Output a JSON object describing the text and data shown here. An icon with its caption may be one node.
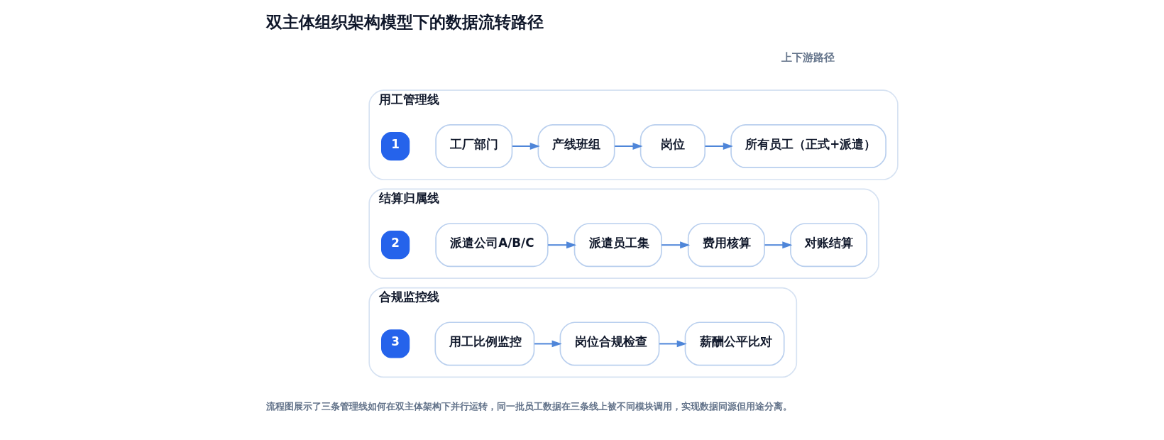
{
  "diagram": {
    "title": "双主体组织架构模型下的数据流转路径",
    "caption": "流程图展示了三条管理线如何在双主体架构下并行运转，同一批员工数据在三条线上被不同模块调用，实现数据同源但用途分离。",
    "nodes": [
      {
        "text": [
          "用工管理线"
        ]
      },
      {
        "text": [
          "1"
        ],
        "in": 0
      },
      {
        "text": [
          "工厂部门"
        ],
        "in": 0
      },
      {
        "text": [
          "产线班组"
        ],
        "in": 0
      },
      {
        "text": [
          "岗位"
        ],
        "in": 0
      },
      {
        "text": [
          "所有员工（正式+派遣）"
        ],
        "in": 0
      },
      {
        "text": [
          "结算归属线"
        ]
      },
      {
        "text": [
          "2"
        ],
        "in": 6
      },
      {
        "text": [
          "派遣公司A/B/C"
        ],
        "in": 6
      },
      {
        "text": [
          "派遣员工集"
        ],
        "in": 6
      },
      {
        "text": [
          "费用核算"
        ],
        "in": 6
      },
      {
        "text": [
          "对账结算"
        ],
        "in": 6
      },
      {
        "text": [
          "合规监控线"
        ]
      },
      {
        "text": [
          "3"
        ],
        "in": 12
      },
      {
        "text": [
          "用工比例监控"
        ],
        "in": 12
      },
      {
        "text": [
          "岗位合规检查"
        ],
        "in": 12
      },
      {
        "text": [
          "薪酬公平比对"
        ],
        "in": 12
      }
    ],
    "edges": [
      {
        "from": 2,
        "to": 3,
        "arrow": "to"
      },
      {
        "from": 3,
        "to": 4,
        "arrow": "to"
      },
      {
        "from": 4,
        "to": 5,
        "arrow": "to"
      },
      {
        "from": 8,
        "to": 9,
        "arrow": "to"
      },
      {
        "from": 9,
        "to": 10,
        "arrow": "to"
      },
      {
        "from": 10,
        "to": 11,
        "arrow": "to"
      },
      {
        "from": 14,
        "to": 15,
        "arrow": "to"
      },
      {
        "from": 15,
        "to": 16,
        "arrow": "to"
      }
    ],
    "labels": [
      "上下游路径"
    ]
  }
}
